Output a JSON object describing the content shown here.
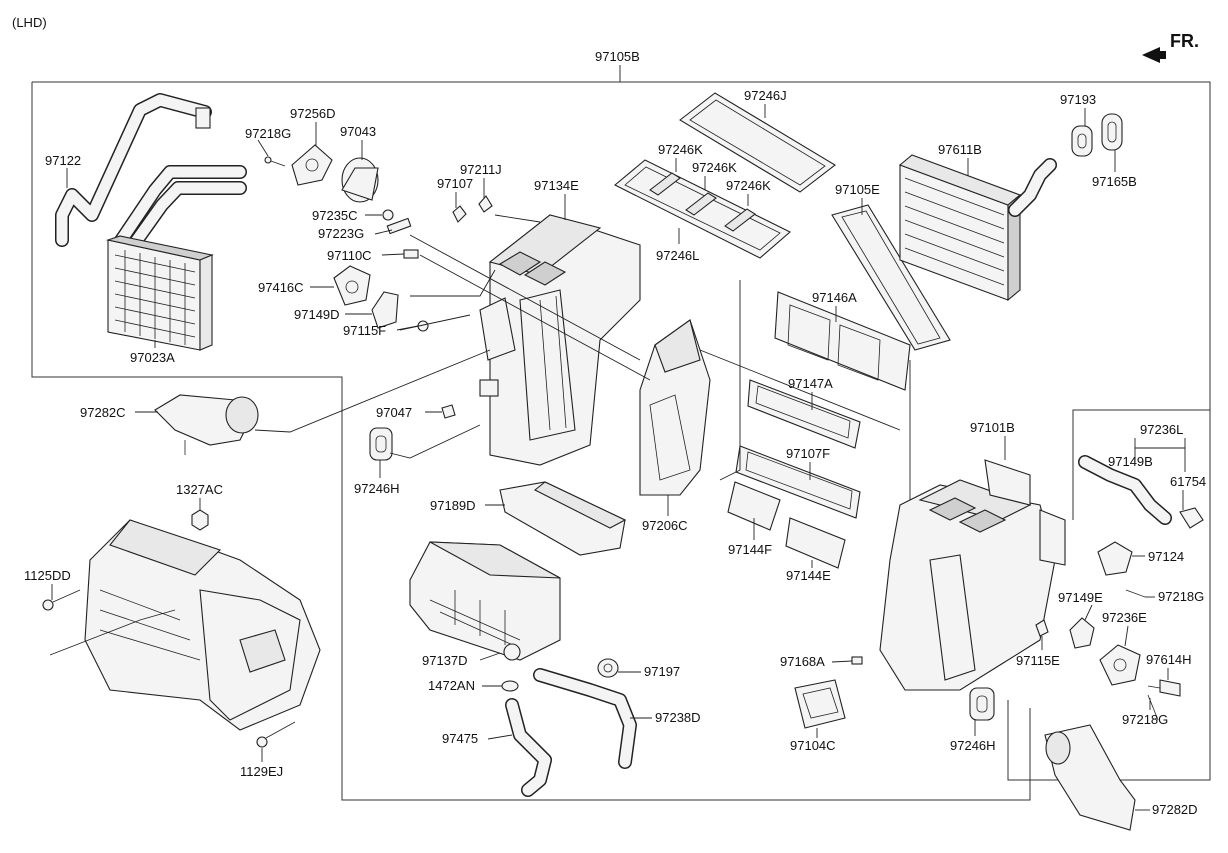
{
  "header": {
    "variant": "(LHD)",
    "direction": "FR."
  },
  "labels": {
    "p97105B": "97105B",
    "p97122": "97122",
    "p97023A": "97023A",
    "p97218G_a": "97218G",
    "p97256D": "97256D",
    "p97043": "97043",
    "p97235C": "97235C",
    "p97223G": "97223G",
    "p97110C": "97110C",
    "p97416C": "97416C",
    "p97149D": "97149D",
    "p97115F": "97115F",
    "p97211J": "97211J",
    "p97107": "97107",
    "p97134E": "97134E",
    "p97246J": "97246J",
    "p97246K_a": "97246K",
    "p97246K_b": "97246K",
    "p97246K_c": "97246K",
    "p97246L": "97246L",
    "p97105E": "97105E",
    "p97611B": "97611B",
    "p97193": "97193",
    "p97165B": "97165B",
    "p97146A": "97146A",
    "p97147A": "97147A",
    "p97107F": "97107F",
    "p97144F": "97144F",
    "p97144E": "97144E",
    "p97206C": "97206C",
    "p97189D": "97189D",
    "p97047": "97047",
    "p97246H_a": "97246H",
    "p97282C": "97282C",
    "p1327AC": "1327AC",
    "p1125DD": "1125DD",
    "p1129EJ": "1129EJ",
    "p97137D": "97137D",
    "p1472AN": "1472AN",
    "p97197": "97197",
    "p97475": "97475",
    "p97238D": "97238D",
    "p97101B": "97101B",
    "p97236L": "97236L",
    "p97149B": "97149B",
    "p61754": "61754",
    "p97124": "97124",
    "p97218G_b": "97218G",
    "p97149E": "97149E",
    "p97236E": "97236E",
    "p97614H": "97614H",
    "p97168A": "97168A",
    "p97115E": "97115E",
    "p97218G_c": "97218G",
    "p97104C": "97104C",
    "p97246H_b": "97246H",
    "p97282D": "97282D"
  }
}
